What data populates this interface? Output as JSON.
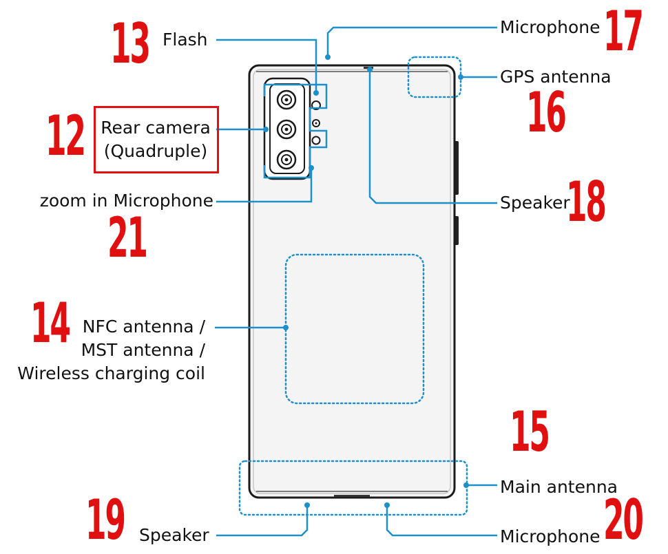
{
  "colors": {
    "leader": "#1d8fc9",
    "callout_number": "#e01010",
    "phone_outline": "#1a1a1a",
    "phone_fill": "#f4f4f4"
  },
  "labels": {
    "flash": "Flash",
    "rear_camera_line1": "Rear camera",
    "rear_camera_line2": "(Quadruple)",
    "zoom_in_microphone": "zoom in Microphone",
    "nfc_line1": "NFC antenna /",
    "nfc_line2": "MST antenna /",
    "nfc_line3": "Wireless charging coil",
    "microphone_top": "Microphone",
    "gps_antenna": "GPS antenna",
    "speaker_top": "Speaker",
    "main_antenna": "Main antenna",
    "speaker_bottom": "Speaker",
    "microphone_bottom": "Microphone"
  },
  "numbers": {
    "flash": "13",
    "rear_camera": "12",
    "zoom_in_microphone": "21",
    "nfc": "14",
    "microphone_top": "17",
    "gps_antenna": "16",
    "speaker_top": "18",
    "main_antenna": "15",
    "speaker_bottom": "19",
    "microphone_bottom": "20"
  }
}
